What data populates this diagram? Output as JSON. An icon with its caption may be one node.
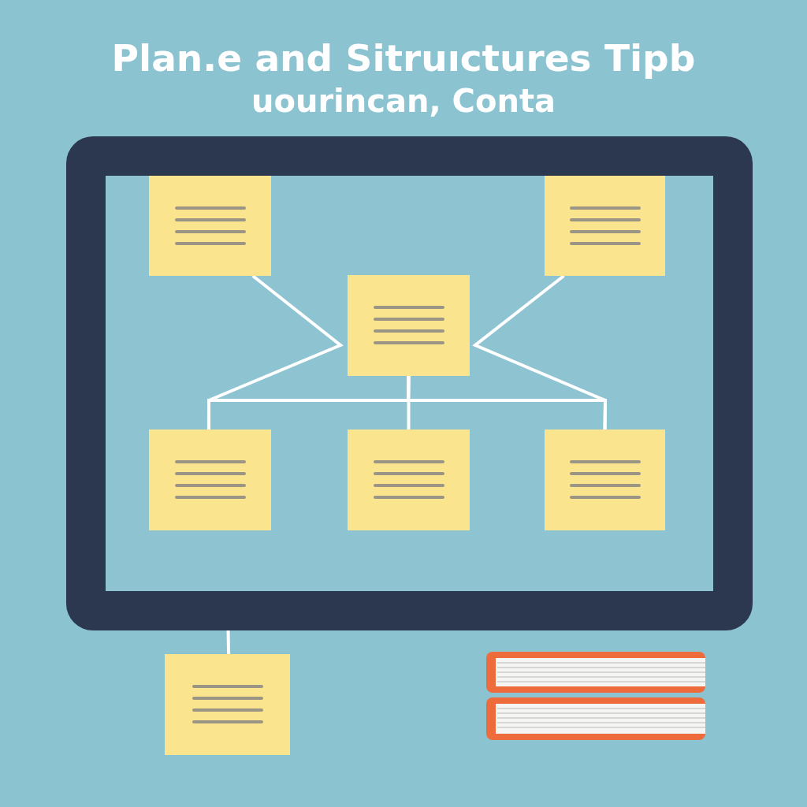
{
  "diagram": {
    "title": "Plan.e and Sitruıctures Tipb",
    "caption": "uourincan, Conta",
    "nodes": [
      {
        "text": [],
        "shape": "box"
      },
      {
        "text": [],
        "shape": "box",
        "in": 0
      },
      {
        "text": [],
        "shape": "box",
        "in": 0
      },
      {
        "text": [],
        "shape": "box",
        "in": 0
      },
      {
        "text": [],
        "shape": "box",
        "in": 0
      },
      {
        "text": [],
        "shape": "box",
        "in": 0
      },
      {
        "text": [],
        "shape": "box",
        "in": 0
      },
      {
        "text": [],
        "shape": "box"
      }
    ],
    "edges": [
      {
        "from": 1,
        "to": 4,
        "arrow": "none"
      },
      {
        "from": 2,
        "to": 6,
        "arrow": "none"
      },
      {
        "from": 3,
        "to": 4,
        "arrow": "none"
      },
      {
        "from": 3,
        "to": 5,
        "arrow": "none"
      },
      {
        "from": 3,
        "to": 6,
        "arrow": "none"
      },
      {
        "from": 0,
        "to": 7,
        "arrow": "none"
      }
    ]
  }
}
